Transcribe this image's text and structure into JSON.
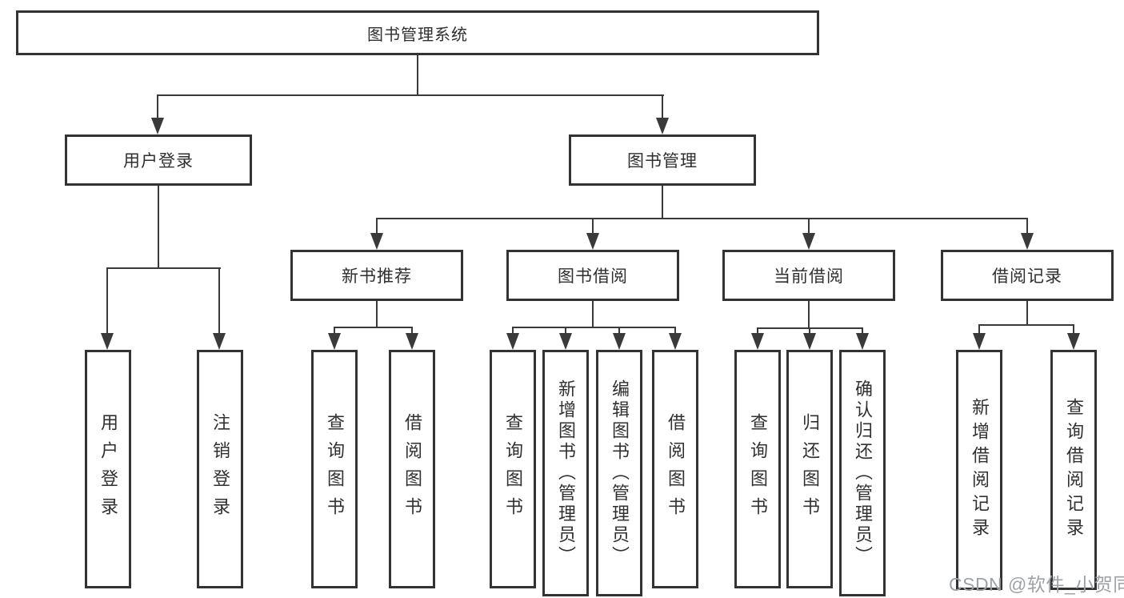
{
  "tree": {
    "root": {
      "label": "图书管理系统"
    },
    "branches": [
      {
        "label": "用户登录",
        "children": [
          {
            "label": "用户登录"
          },
          {
            "label": "注销登录"
          }
        ]
      },
      {
        "label": "图书管理",
        "children": [
          {
            "label": "新书推荐",
            "children": [
              {
                "label": "查询图书"
              },
              {
                "label": "借阅图书"
              }
            ]
          },
          {
            "label": "图书借阅",
            "children": [
              {
                "label": "查询图书"
              },
              {
                "label": "新增图书（管理员）"
              },
              {
                "label": "编辑图书（管理员）"
              },
              {
                "label": "借阅图书"
              }
            ]
          },
          {
            "label": "当前借阅",
            "children": [
              {
                "label": "查询图书"
              },
              {
                "label": "归还图书"
              },
              {
                "label": "确认归还（管理员）"
              }
            ]
          },
          {
            "label": "借阅记录",
            "children": [
              {
                "label": "新增借阅记录"
              },
              {
                "label": "查询借阅记录"
              }
            ]
          }
        ]
      }
    ]
  },
  "watermark": {
    "text": "CSDN @软件_小贺同学"
  },
  "colors": {
    "line": "#3a3a3a",
    "border": "#333333",
    "text": "#303030",
    "watermark": "#9da2a6",
    "background": "#ffffff"
  }
}
